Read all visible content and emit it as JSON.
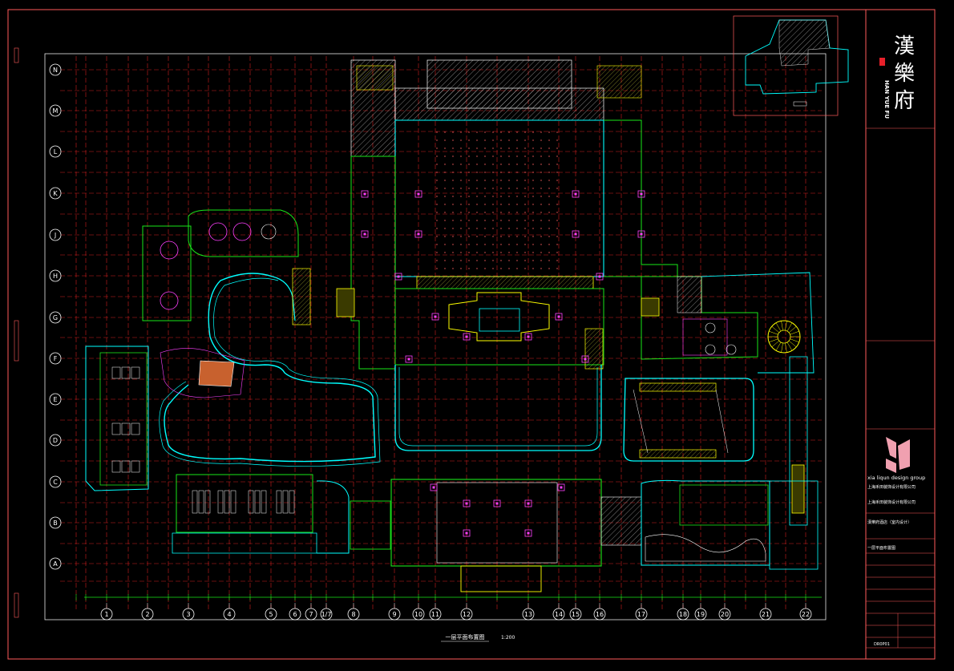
{
  "drawing": {
    "grid_columns": [
      "1",
      "2",
      "3",
      "4",
      "5",
      "6",
      "1/7",
      "7",
      "8",
      "9",
      "10",
      "11",
      "12",
      "13",
      "14",
      "15",
      "16",
      "17",
      "18",
      "19",
      "20",
      "21",
      "22"
    ],
    "grid_rows": [
      "N",
      "M",
      "L",
      "K",
      "J",
      "H",
      "G",
      "F",
      "E",
      "D",
      "C",
      "B",
      "A"
    ],
    "plan_caption": "一层平面布置图",
    "plan_scale": "1:200"
  },
  "title_block": {
    "logo_characters": [
      "漢",
      "樂",
      "府"
    ],
    "logo_vertical_text": "HAN YUE FU",
    "firm_name_en": "xia liqun design group",
    "firm_name_cn_1": "上海禾田装饰设计有限公司",
    "firm_name_cn_2": "上海禾田装饰设计有限公司",
    "project_name": "漢樂府酒店（室内设计）",
    "drawing_title": "一层平面布置图",
    "drawing_number": "DR0P01"
  },
  "colors": {
    "frame": "#ff5a5a",
    "axis": "#d11f1f",
    "wall": "#00ffff",
    "green": "#19e619",
    "yellow": "#ffff00",
    "magenta": "#ff40ff",
    "white": "#ffffff",
    "logo_pink": "#f0a0b0"
  }
}
